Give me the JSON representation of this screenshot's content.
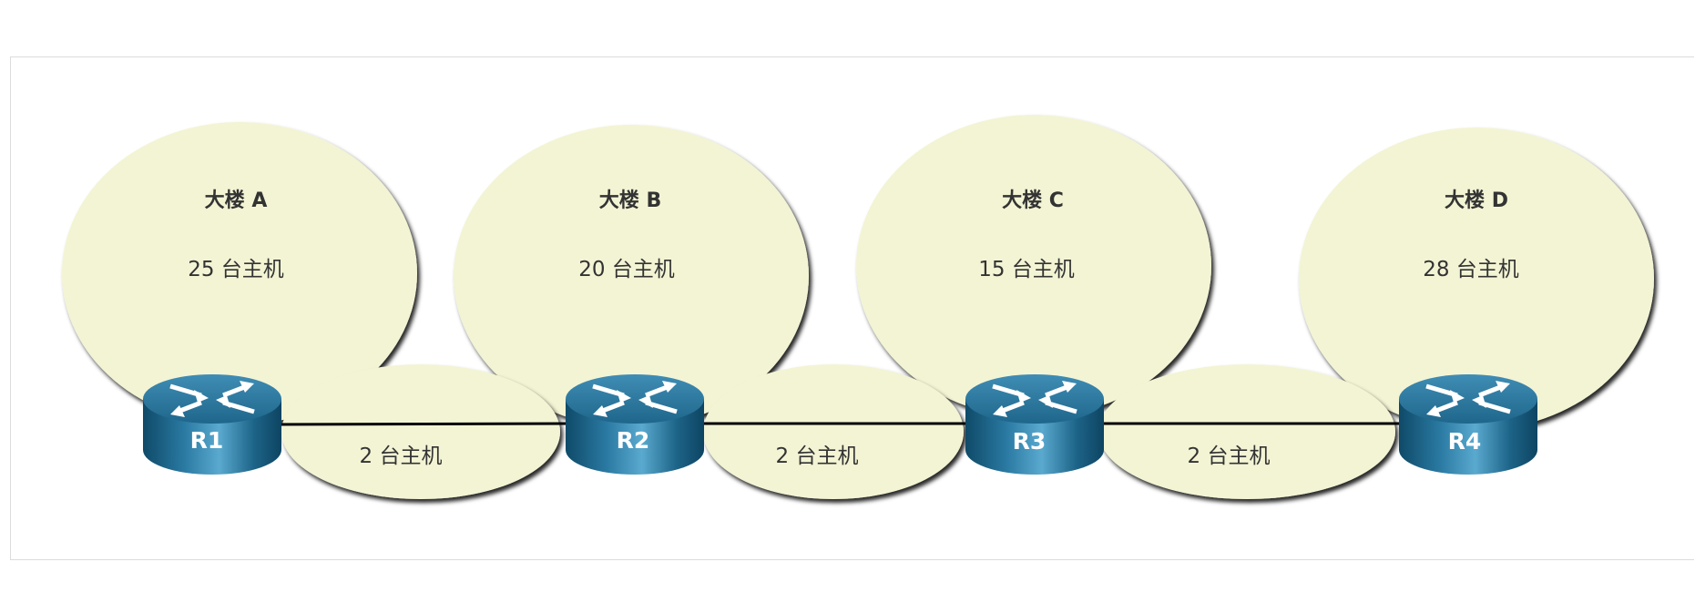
{
  "buildings": [
    {
      "name": "大楼 A",
      "hosts": "25 台主机"
    },
    {
      "name": "大楼 B",
      "hosts": "20 台主机"
    },
    {
      "name": "大楼 C",
      "hosts": "15 台主机"
    },
    {
      "name": "大楼 D",
      "hosts": "28 台主机"
    }
  ],
  "links": [
    {
      "hosts": "2 台主机"
    },
    {
      "hosts": "2 台主机"
    },
    {
      "hosts": "2 台主机"
    }
  ],
  "routers": [
    {
      "label": "R1"
    },
    {
      "label": "R2"
    },
    {
      "label": "R3"
    },
    {
      "label": "R4"
    }
  ],
  "colors": {
    "cloud_fill": "#f3f4d4",
    "router_top": "#2f7aa0",
    "router_side_dark": "#0f4a68",
    "router_side_light": "#4a9cc2",
    "link_line": "#000000"
  },
  "icons": {
    "router": "router-icon"
  }
}
